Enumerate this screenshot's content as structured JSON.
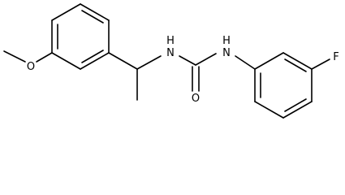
{
  "molecule": {
    "atoms": {
      "methoxy_o": "O",
      "urea_o": "O",
      "nh_left": "H",
      "n_left": "N",
      "nh_right": "H",
      "n_right": "N",
      "fluorine": "F"
    }
  }
}
